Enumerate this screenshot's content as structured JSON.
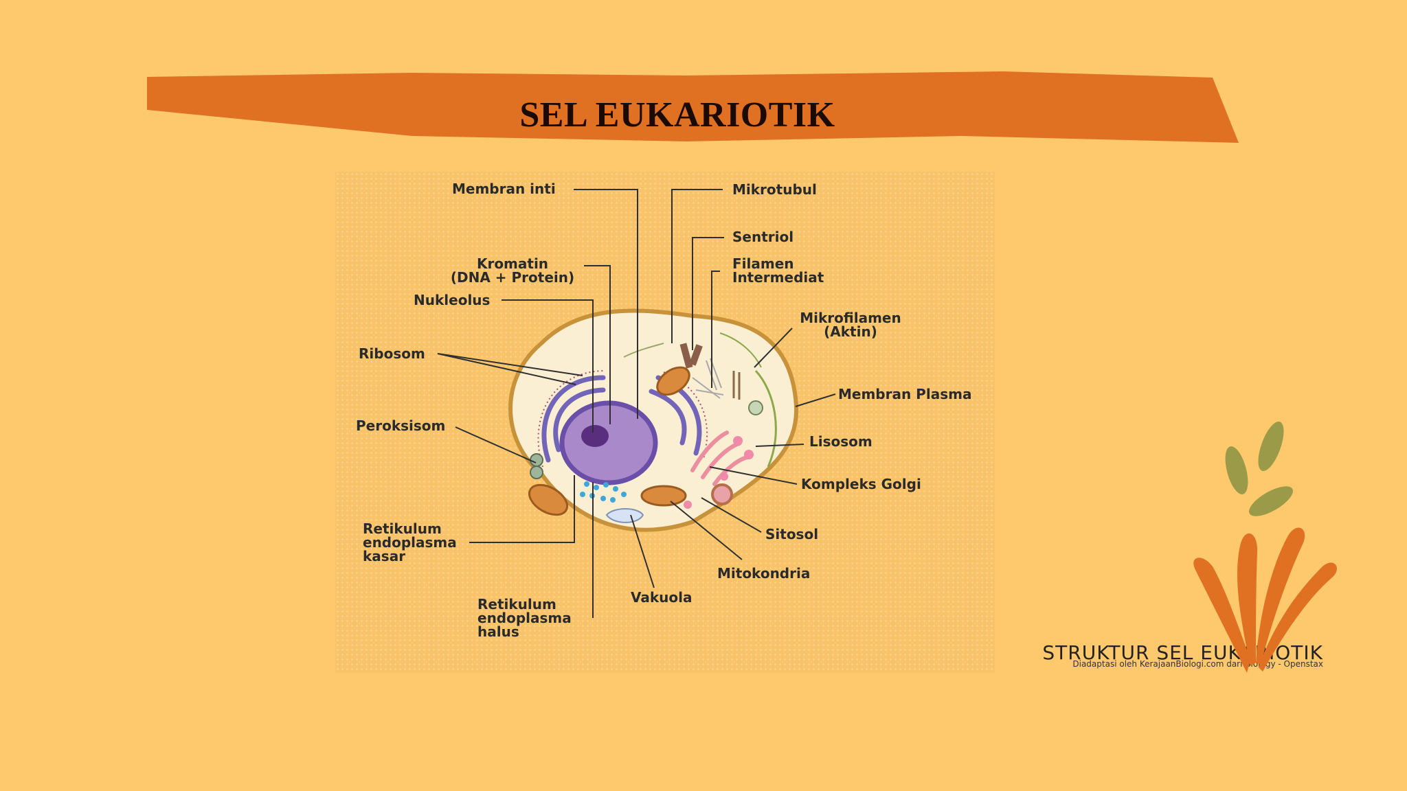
{
  "slide": {
    "title": "SEL EUKARIOTIK"
  },
  "diagram": {
    "labels": {
      "membran_inti": "Membran inti",
      "kromatin_1": "Kromatin",
      "kromatin_2": "(DNA + Protein)",
      "nukleolus": "Nukleolus",
      "ribosom": "Ribosom",
      "peroksisom": "Peroksisom",
      "re_kasar_1": "Retikulum",
      "re_kasar_2": "endoplasma",
      "re_kasar_3": "kasar",
      "re_halus_1": "Retikulum",
      "re_halus_2": "endoplasma",
      "re_halus_3": "halus",
      "vakuola": "Vakuola",
      "mikrotubul": "Mikrotubul",
      "sentriol": "Sentriol",
      "filamen_1": "Filamen",
      "filamen_2": "Intermediat",
      "mikrofilamen_1": "Mikrofilamen",
      "mikrofilamen_2": "(Aktin)",
      "membran_plasma": "Membran Plasma",
      "lisosom": "Lisosom",
      "kompleks_golgi": "Kompleks Golgi",
      "sitosol": "Sitosol",
      "mitokondria": "Mitokondria"
    },
    "footer_title": "STRUKTUR SEL EUKARIOTIK",
    "footer_credit": "Diadaptasi oleh KerajaanBiologi.com dari Biology - Openstax"
  },
  "colors": {
    "background": "#FDC96C",
    "banner": "#E07022",
    "leaf_green": "#9A9A48",
    "leaf_orange": "#E07022"
  }
}
